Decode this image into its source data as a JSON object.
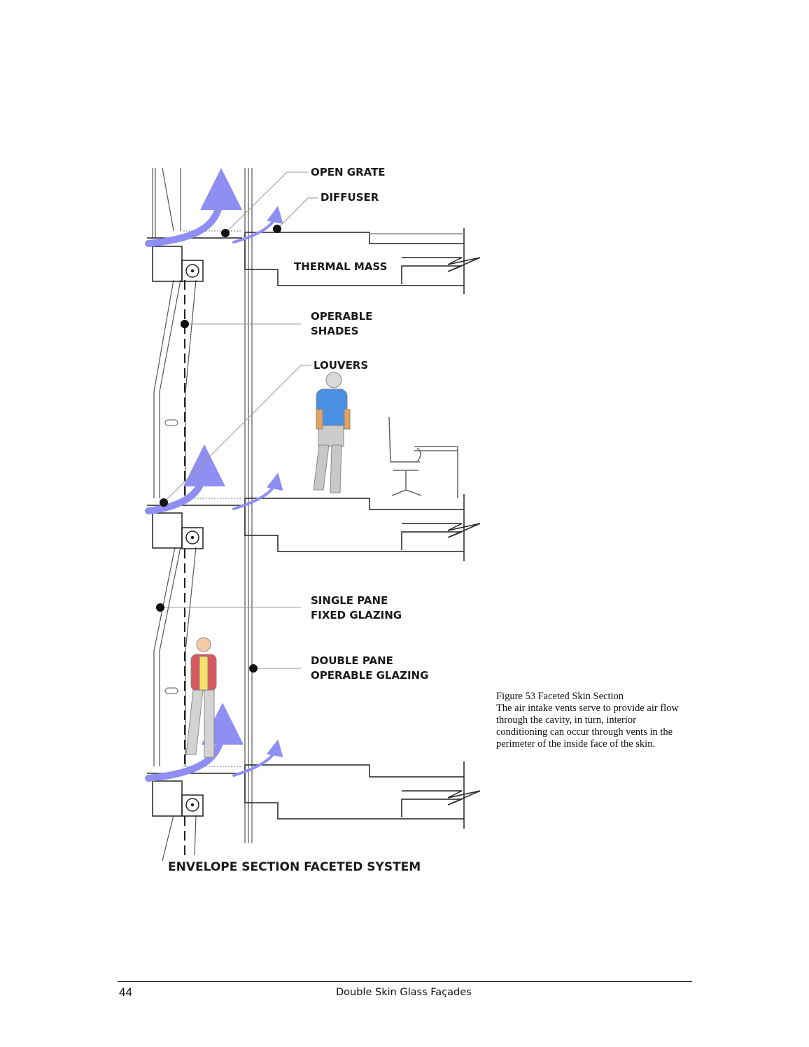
{
  "labels": {
    "open_grate": "OPEN GRATE",
    "diffuser": "DIFFUSER",
    "thermal_mass": "THERMAL MASS",
    "operable_shades": [
      "OPERABLE",
      "SHADES"
    ],
    "louvers": "LOUVERS",
    "single_pane": [
      "SINGLE PANE",
      "FIXED GLAZING"
    ],
    "double_pane": [
      "DOUBLE PANE",
      "OPERABLE GLAZING"
    ]
  },
  "title": "ENVELOPE SECTION FACETED SYSTEM",
  "caption": {
    "heading": "Figure 53 Faceted Skin Section",
    "lines": [
      "The air intake vents serve to provide air flow",
      "through the cavity, in turn, interior",
      "conditioning can occur through vents in the",
      "perimeter of the inside face of the skin."
    ]
  },
  "footer": {
    "page_number": "44",
    "running_title": "Double Skin Glass Façades"
  },
  "colors": {
    "airflow": "#8f8ef2",
    "person_shirt_blue": "#4a90e2",
    "person_jacket_red": "#d9575e",
    "person_top_yellow": "#f5e06a"
  }
}
